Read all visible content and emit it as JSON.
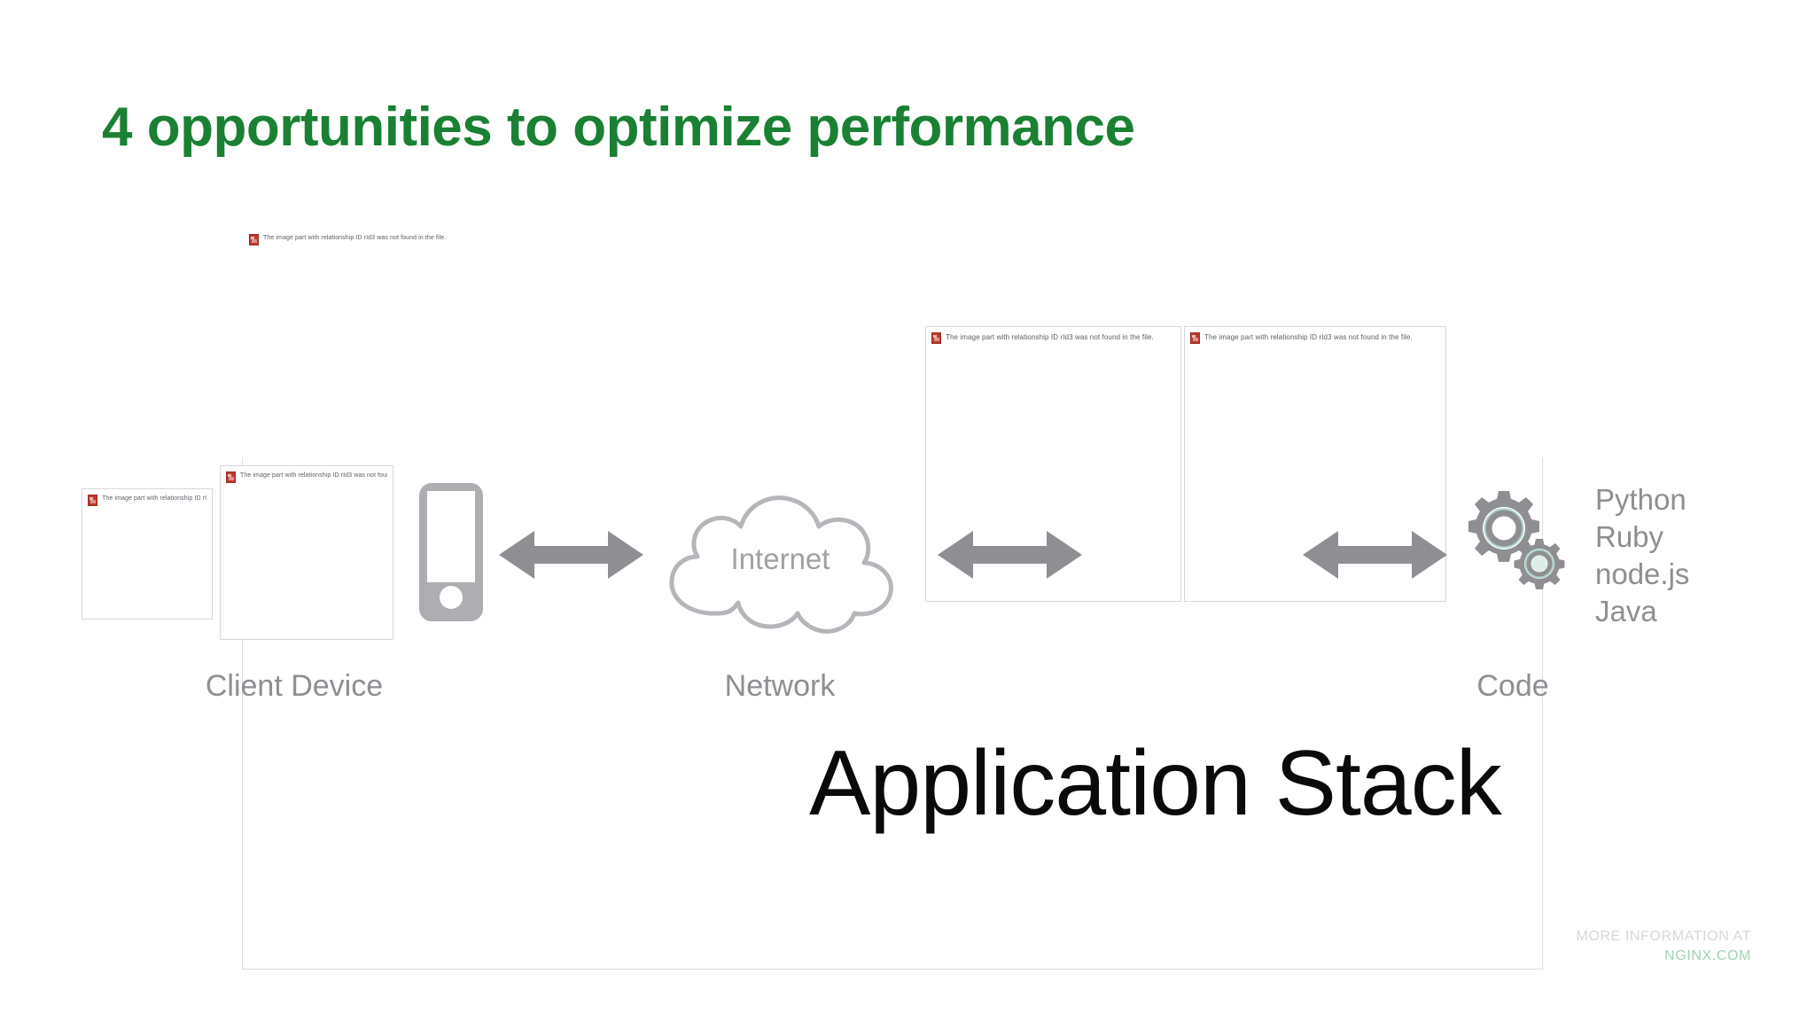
{
  "slide": {
    "title": "4 opportunities to optimize performance",
    "title_color": "#1a8033",
    "background": "#ffffff"
  },
  "placeholders": {
    "broken_image_message": "The image part with relationship ID rId3 was not found in the file.",
    "icon_name": "broken-image-icon",
    "items": [
      {
        "id": "ph-top-wide",
        "label": "top-banner-image-placeholder"
      },
      {
        "id": "ph-left-small",
        "label": "client-device-small-image-placeholder"
      },
      {
        "id": "ph-left-large",
        "label": "client-device-large-image-placeholder"
      },
      {
        "id": "ph-app-1",
        "label": "application-stack-image-placeholder-1"
      },
      {
        "id": "ph-app-2",
        "label": "application-stack-image-placeholder-2"
      }
    ]
  },
  "diagram": {
    "cloud_label": "Internet",
    "labels": {
      "client": "Client Device",
      "network": "Network",
      "code": "Code"
    },
    "languages": [
      "Python",
      "Ruby",
      "node.js",
      "Java"
    ],
    "application_stack_title": "Application Stack",
    "arrow_color": "#8e8e93",
    "label_color": "#8e8e93",
    "gear_color": "#8e8e93",
    "gear_accent": "#a8d5c2"
  },
  "footer": {
    "line1": "MORE INFORMATION AT",
    "line2": "NGINX.COM",
    "line1_color": "#d7d7db",
    "line2_color": "#9fd4b2"
  }
}
